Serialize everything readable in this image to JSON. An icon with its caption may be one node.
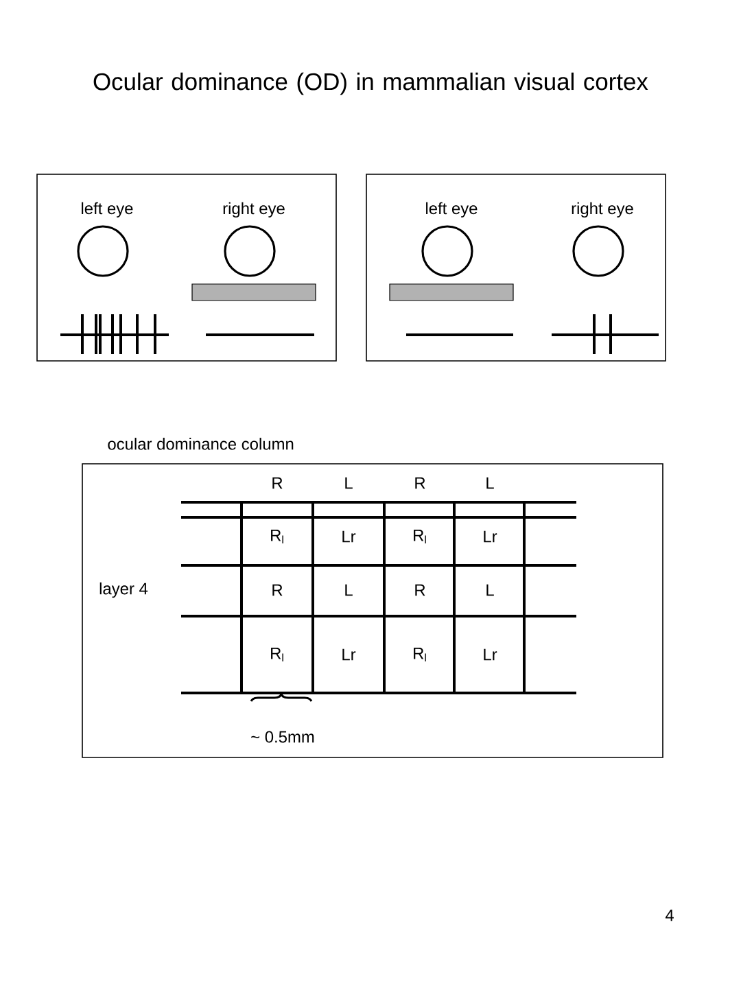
{
  "diagram": {
    "title": "Ocular dominance (OD) in mammalian visual cortex",
    "nodes": [
      {
        "text": [],
        "shape": "box"
      },
      {
        "text": [
          "left eye"
        ],
        "in": 0
      },
      {
        "text": [
          "right eye"
        ],
        "in": 0
      },
      {
        "text": [],
        "shape": "box"
      },
      {
        "text": [
          "left eye"
        ],
        "in": 3
      },
      {
        "text": [
          "right eye"
        ],
        "in": 3
      },
      {
        "text": [
          "ocular dominance column"
        ]
      }
    ],
    "labels": [
      "R",
      "L",
      "R",
      "L",
      "R$_{l}$",
      "Lr",
      "R$_{l}$",
      "Lr",
      "layer 4",
      "R",
      "L",
      "R",
      "L",
      "R$_{l}$",
      "Lr",
      "R$_{l}$",
      "Lr",
      "~ 0.5mm",
      "4"
    ]
  }
}
